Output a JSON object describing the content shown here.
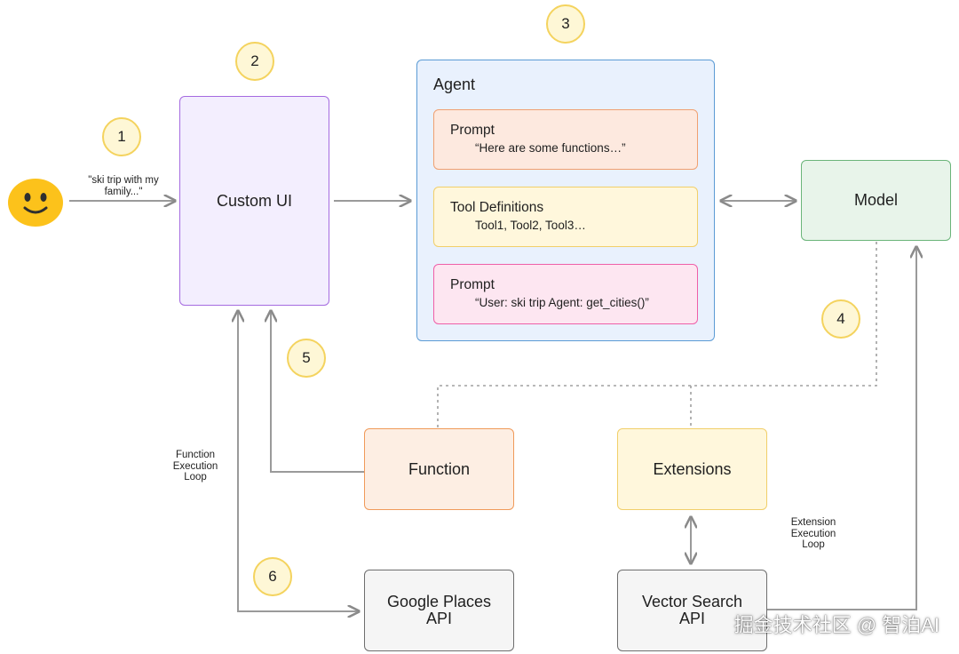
{
  "user_quote": "\"ski trip with my family...\"",
  "custom_ui": {
    "label": "Custom UI"
  },
  "agent": {
    "title": "Agent",
    "cards": [
      {
        "heading": "Prompt",
        "text": "“Here are some functions…”"
      },
      {
        "heading": "Tool Definitions",
        "text": "Tool1, Tool2, Tool3…"
      },
      {
        "heading": "Prompt",
        "text": "“User: ski trip Agent: get_cities()”"
      }
    ]
  },
  "model": {
    "label": "Model"
  },
  "function": {
    "label": "Function"
  },
  "extensions": {
    "label": "Extensions"
  },
  "google_places": {
    "label": "Google Places\nAPI"
  },
  "vector_search": {
    "label": "Vector Search\nAPI"
  },
  "function_loop": "Function\nExecution\nLoop",
  "extension_loop": "Extension\nExecution\nLoop",
  "steps": [
    "1",
    "2",
    "3",
    "4",
    "5",
    "6"
  ],
  "watermark": "掘金技术社区 @ 智泊AI",
  "colors": {
    "custom_ui_fill": "#f3eefe",
    "custom_ui_border": "#a56be0",
    "agent_fill": "#e9f1fd",
    "agent_border": "#5b9bd5",
    "prompt_fill": "#fde9df",
    "prompt_border": "#f0a070",
    "tool_fill": "#fff7dc",
    "tool_border": "#f1cf6a",
    "prompt2_fill": "#fde6f1",
    "prompt2_border": "#ef5fa8",
    "model_fill": "#e8f4ea",
    "model_border": "#6bb57a",
    "function_fill": "#fdeee3",
    "function_border": "#f09a5a",
    "extensions_fill": "#fff7dc",
    "extensions_border": "#f1cf6a",
    "api_fill": "#f5f5f5",
    "api_border": "#6e6e6e"
  }
}
